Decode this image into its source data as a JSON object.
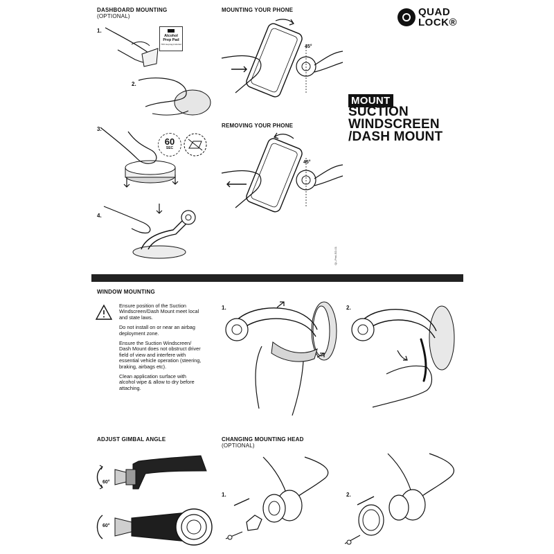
{
  "brand": {
    "logo_line1": "QUAD",
    "logo_line2": "LOCK®"
  },
  "product": {
    "badge": "MOUNT",
    "title_lines": [
      "SUCTION",
      "WINDSCREEN",
      "/DASH MOUNT"
    ]
  },
  "dashboard": {
    "heading": "DASHBOARD MOUNTING",
    "subheading": "(OPTIONAL)",
    "steps": [
      "1.",
      "2.",
      "3.",
      "4."
    ],
    "prep_pad": {
      "line1": "Alcohol",
      "line2": "Prep Pad",
      "fine": "70% Isopropyl Alcohol"
    },
    "timer": {
      "value": "60",
      "unit": "SEC"
    }
  },
  "phone": {
    "mounting_heading": "MOUNTING YOUR PHONE",
    "removing_heading": "REMOVING YOUR PHONE",
    "angle_mount": "45°",
    "angle_remove": "45°"
  },
  "doc_code": "QL-Prnt-SD-01",
  "window": {
    "heading": "WINDOW MOUNTING",
    "warnings": [
      "Ensure position of the Suction Windscreen/Dash Mount meet local and state laws.",
      "Do not install on or near an airbag deployment zone.",
      "Ensure the Suction Windscreen/ Dash Mount does not obstruct driver field of view and interfere with essential vehicle operation (steering, braking, airbags etc).",
      "Clean application surface with alcohol wipe & allow to dry before attaching."
    ],
    "steps": [
      "1.",
      "2."
    ]
  },
  "gimbal": {
    "heading": "ADJUST GIMBAL ANGLE",
    "angle_top": "60°",
    "angle_bottom": "60°"
  },
  "head": {
    "heading": "CHANGING MOUNTING HEAD",
    "subheading": "(OPTIONAL)",
    "steps": [
      "1.",
      "2."
    ]
  }
}
